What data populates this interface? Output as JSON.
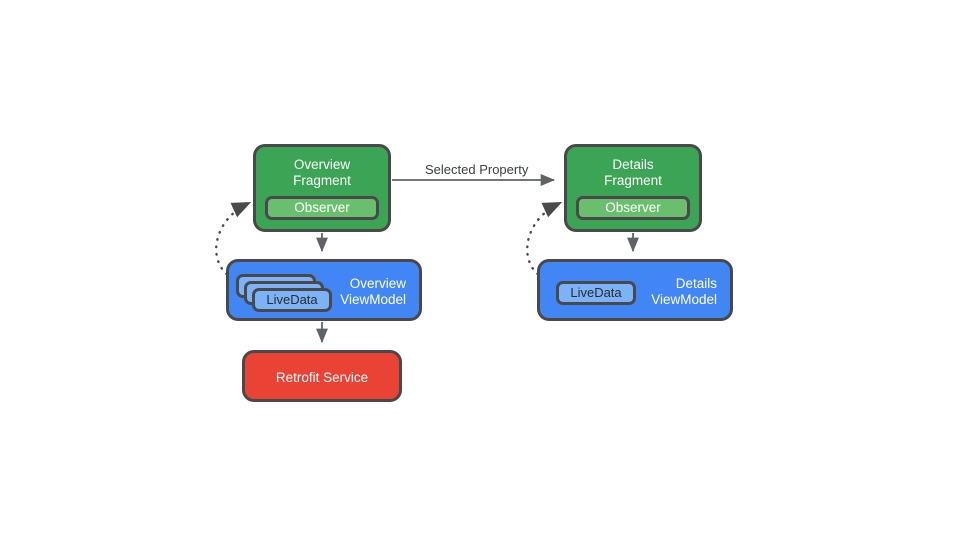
{
  "diagram": {
    "title": "Android LiveData / ViewModel architecture flow",
    "background": "#ffffff",
    "colors": {
      "fragment_fill": "#3BA455",
      "observer_fill": "#6ABF6E",
      "viewmodel_fill": "#4285F4",
      "livedata_fill": "#7CB2F8",
      "service_fill": "#EA4335",
      "stroke": "#494949",
      "arrow": "#5F6368",
      "label_text": "#3c4043"
    },
    "nodes": {
      "overview_fragment": {
        "label": "Overview\nFragment",
        "observer_label": "Observer"
      },
      "details_fragment": {
        "label": "Details\nFragment",
        "observer_label": "Observer"
      },
      "overview_viewmodel": {
        "label": "Overview\nViewModel",
        "livedata_label": "LiveData",
        "livedata_stack_count": 3
      },
      "details_viewmodel": {
        "label": "Details\nViewModel",
        "livedata_label": "LiveData",
        "livedata_stack_count": 1
      },
      "retrofit_service": {
        "label": "Retrofit Service"
      }
    },
    "edges": [
      {
        "name": "overview-fragment-to-details-fragment",
        "label": "Selected Property",
        "style": "solid",
        "from": "overview_fragment",
        "to": "details_fragment"
      },
      {
        "name": "overview-fragment-to-overview-viewmodel",
        "label": "",
        "style": "solid",
        "from": "overview_fragment",
        "to": "overview_viewmodel"
      },
      {
        "name": "details-fragment-to-details-viewmodel",
        "label": "",
        "style": "solid",
        "from": "details_fragment",
        "to": "details_viewmodel"
      },
      {
        "name": "overview-viewmodel-to-retrofit-service",
        "label": "",
        "style": "solid",
        "from": "overview_viewmodel",
        "to": "retrofit_service"
      },
      {
        "name": "overview-livedata-to-overview-observer",
        "label": "",
        "style": "dotted",
        "from": "overview_viewmodel",
        "to": "overview_fragment"
      },
      {
        "name": "details-livedata-to-details-observer",
        "label": "",
        "style": "dotted",
        "from": "details_viewmodel",
        "to": "details_fragment"
      }
    ]
  }
}
